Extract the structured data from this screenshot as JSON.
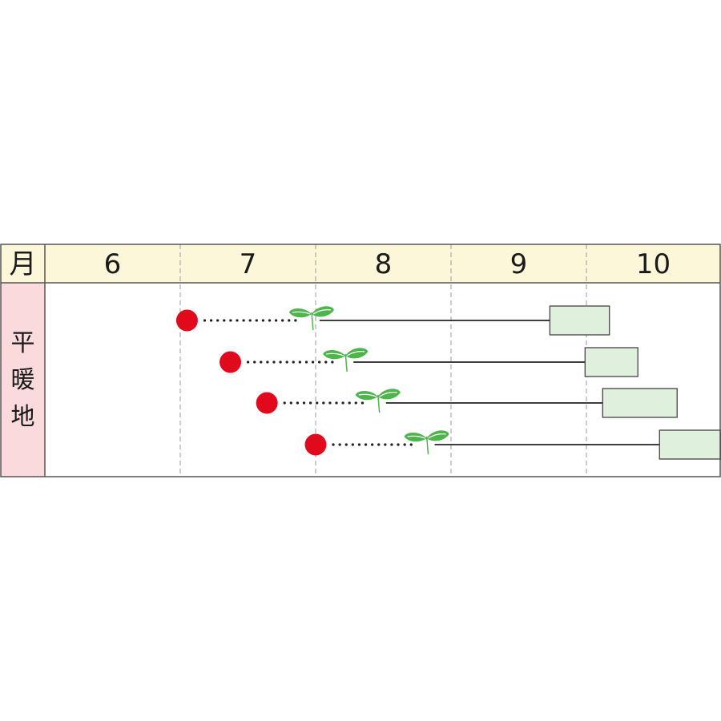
{
  "chart_data": {
    "type": "gantt",
    "header_label": "月",
    "months": [
      "6",
      "7",
      "8",
      "9",
      "10"
    ],
    "region_label": [
      "平",
      "暖",
      "地"
    ],
    "rows": [
      {
        "sow": 7.05,
        "germinate": 7.97,
        "harvest_start": 9.73,
        "harvest_end": 10.17
      },
      {
        "sow": 7.37,
        "germinate": 8.22,
        "harvest_start": 9.99,
        "harvest_end": 10.38
      },
      {
        "sow": 7.64,
        "germinate": 8.46,
        "harvest_start": 10.12,
        "harvest_end": 10.67
      },
      {
        "sow": 8.0,
        "germinate": 8.82,
        "harvest_start": 10.54,
        "harvest_end": 10.99
      }
    ],
    "colors": {
      "header_bg": "#fdf7da",
      "label_bg": "#fadadd",
      "border": "#555555",
      "grid": "#999999",
      "sow_dot": "#e10a1c",
      "sprout": "#4db54a",
      "harvest_fill": "#dff0dc",
      "harvest_stroke": "#444444",
      "line": "#222222"
    },
    "legend_icons": {
      "sow": "red-circle-icon",
      "germinate": "sprout-icon",
      "harvest": "harvest-box-icon"
    }
  }
}
